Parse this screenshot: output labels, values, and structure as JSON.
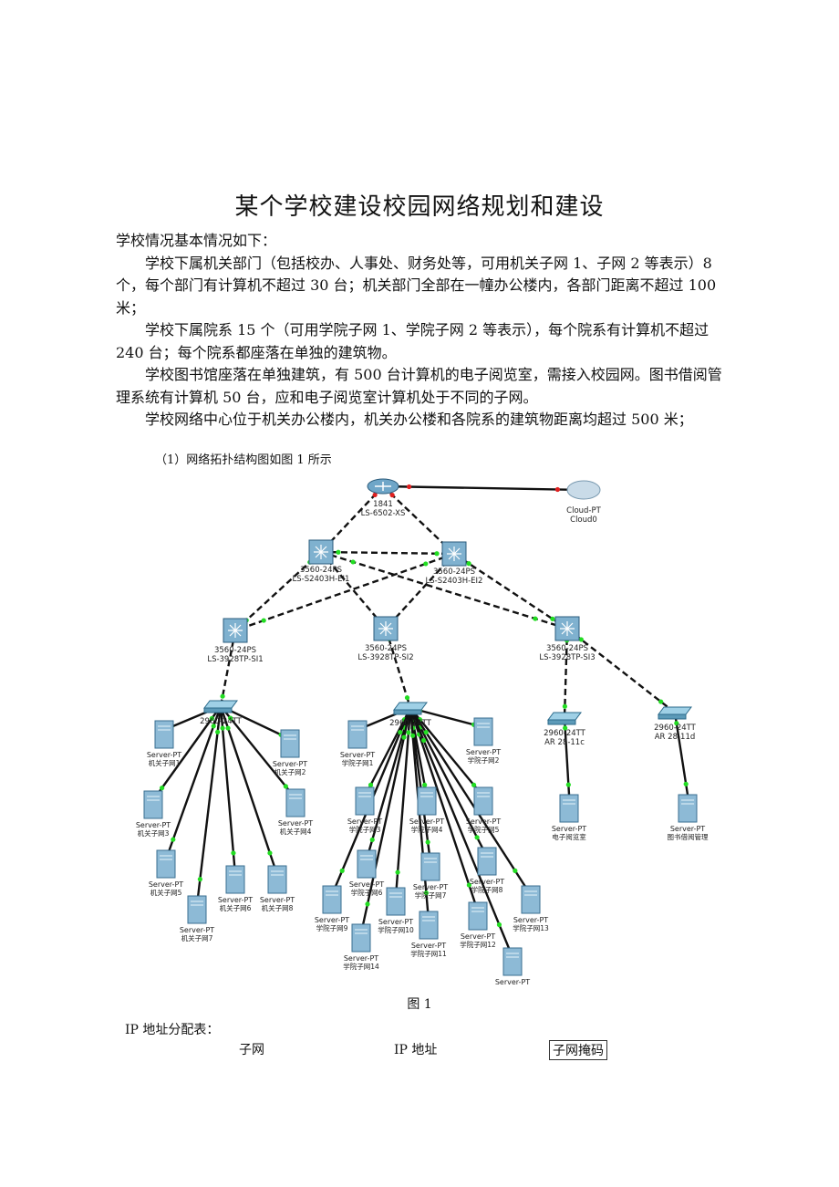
{
  "title": "某个学校建设校园网络规划和建设",
  "intro": {
    "heading": "学校情况基本情况如下：",
    "paragraphs": [
      "学校下属机关部门（包括校办、人事处、财务处等，可用机关子网 1、子网 2 等表示）8 个，每个部门有计算机不超过 30 台；机关部门全部在一幢办公楼内，各部门距离不超过 100 米；",
      "学校下属院系 15 个（可用学院子网 1、学院子网 2 等表示），每个院系有计算机不超过 240 台；每个院系都座落在单独的建筑物。",
      "学校图书馆座落在单独建筑，有 500 台计算机的电子阅览室，需接入校园网。图书借阅管理系统有计算机 50 台，应和电子阅览室计算机处于不同的子网。",
      "学校网络中心位于机关办公楼内，机关办公楼和各院系的建筑物距离均超过 500 米；"
    ]
  },
  "figure": {
    "caption_line": "（1）网络拓扑结构图如图 1 所示",
    "label": "图 1",
    "router": {
      "model": "1841",
      "name": "LS-6502-XS"
    },
    "cloud": {
      "model": "Cloud-PT",
      "name": "Cloud0"
    },
    "core": [
      {
        "model": "3560-24PS",
        "name": "LS-S2403H-EI1"
      },
      {
        "model": "3560-24PS",
        "name": "LS-S2403H-EI2"
      }
    ],
    "distribution": [
      {
        "model": "3560-24PS",
        "name": "LS-3928TP-SI1"
      },
      {
        "model": "3560-24PS",
        "name": "LS-3928TP-SI2"
      },
      {
        "model": "3560-24PS",
        "name": "LS-3928TP-SI3"
      }
    ],
    "access": [
      {
        "model": "2960-24TT",
        "name": ""
      },
      {
        "model": "2960-24TT",
        "name": ""
      },
      {
        "model": "2960-24TT",
        "name": "AR 28-11c"
      },
      {
        "model": "2960-24TT",
        "name": "AR 28-11d"
      }
    ],
    "server_model": "Server-PT",
    "admin_servers": [
      "机关子网1",
      "机关子网2",
      "机关子网3",
      "机关子网4",
      "机关子网5",
      "机关子网6",
      "机关子网7",
      "机关子网8"
    ],
    "college_servers": [
      "学院子网1",
      "学院子网2",
      "学院子网3",
      "学院子网4",
      "学院子网5",
      "学院子网6",
      "学院子网7",
      "学院子网8",
      "学院子网9",
      "学院子网10",
      "学院子网11",
      "学院子网12",
      "学院子网13",
      "学院子网14",
      ""
    ],
    "library_servers": [
      "电子阅览室",
      "图书借阅管理"
    ]
  },
  "ip_table": {
    "title": "IP 地址分配表：",
    "headers": [
      "子网",
      "IP 地址",
      "子网掩码"
    ]
  }
}
